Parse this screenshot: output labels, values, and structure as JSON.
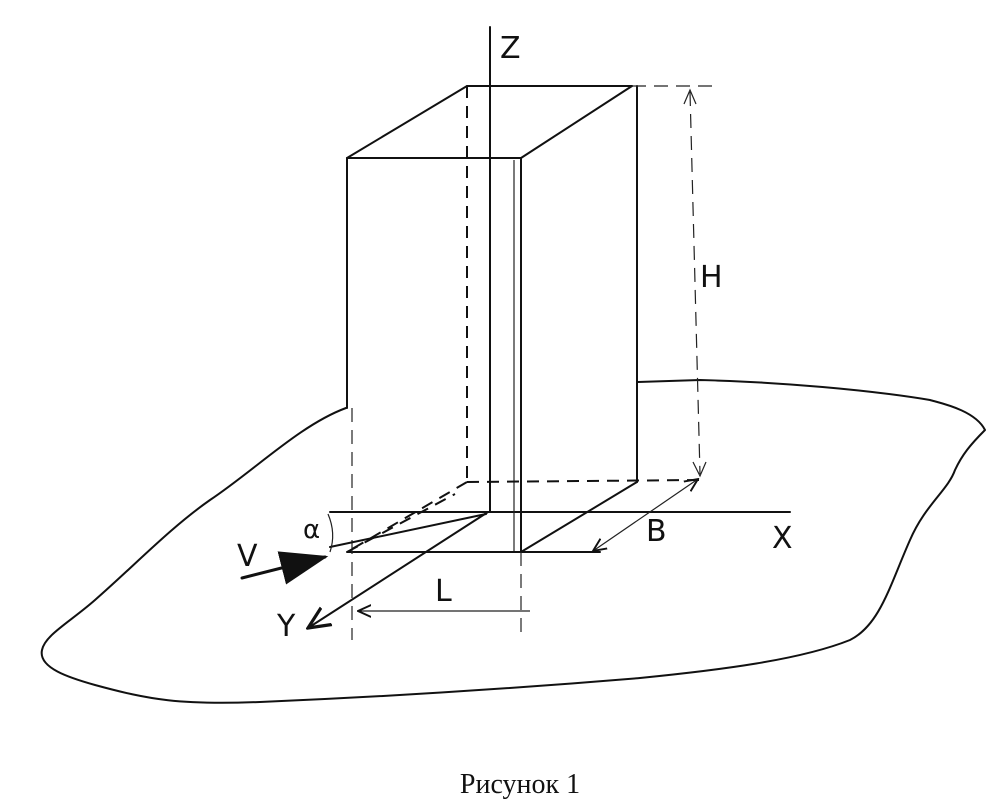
{
  "labels": {
    "z": "Z",
    "x": "X",
    "y": "Y",
    "h": "H",
    "b": "B",
    "l": "L",
    "v": "V",
    "alpha": "α"
  },
  "caption": "Рисунок 1"
}
